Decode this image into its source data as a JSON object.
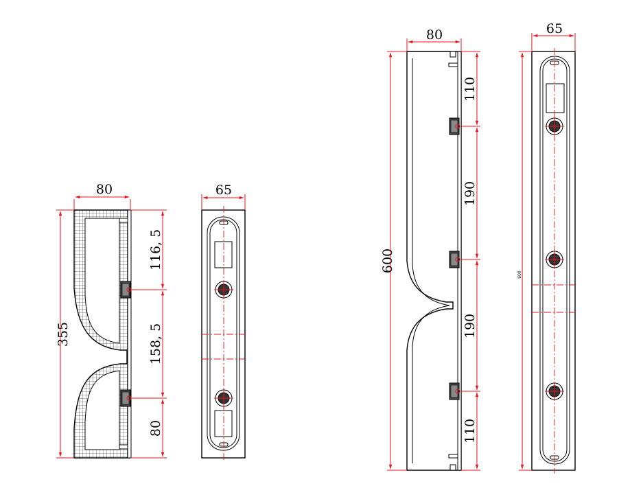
{
  "small_unit": {
    "top_width": "80",
    "height_total": "355",
    "segment_top": "116, 5",
    "segment_middle": "158, 5",
    "segment_bottom": "80",
    "front_width": "65"
  },
  "large_unit": {
    "top_width": "80",
    "height_total": "600",
    "segment_1": "110",
    "segment_2": "190",
    "segment_3": "190",
    "segment_4": "110",
    "front_width": "65",
    "front_height_small": "600"
  },
  "colors": {
    "dimension": "#e8141b",
    "outline": "#000000"
  }
}
